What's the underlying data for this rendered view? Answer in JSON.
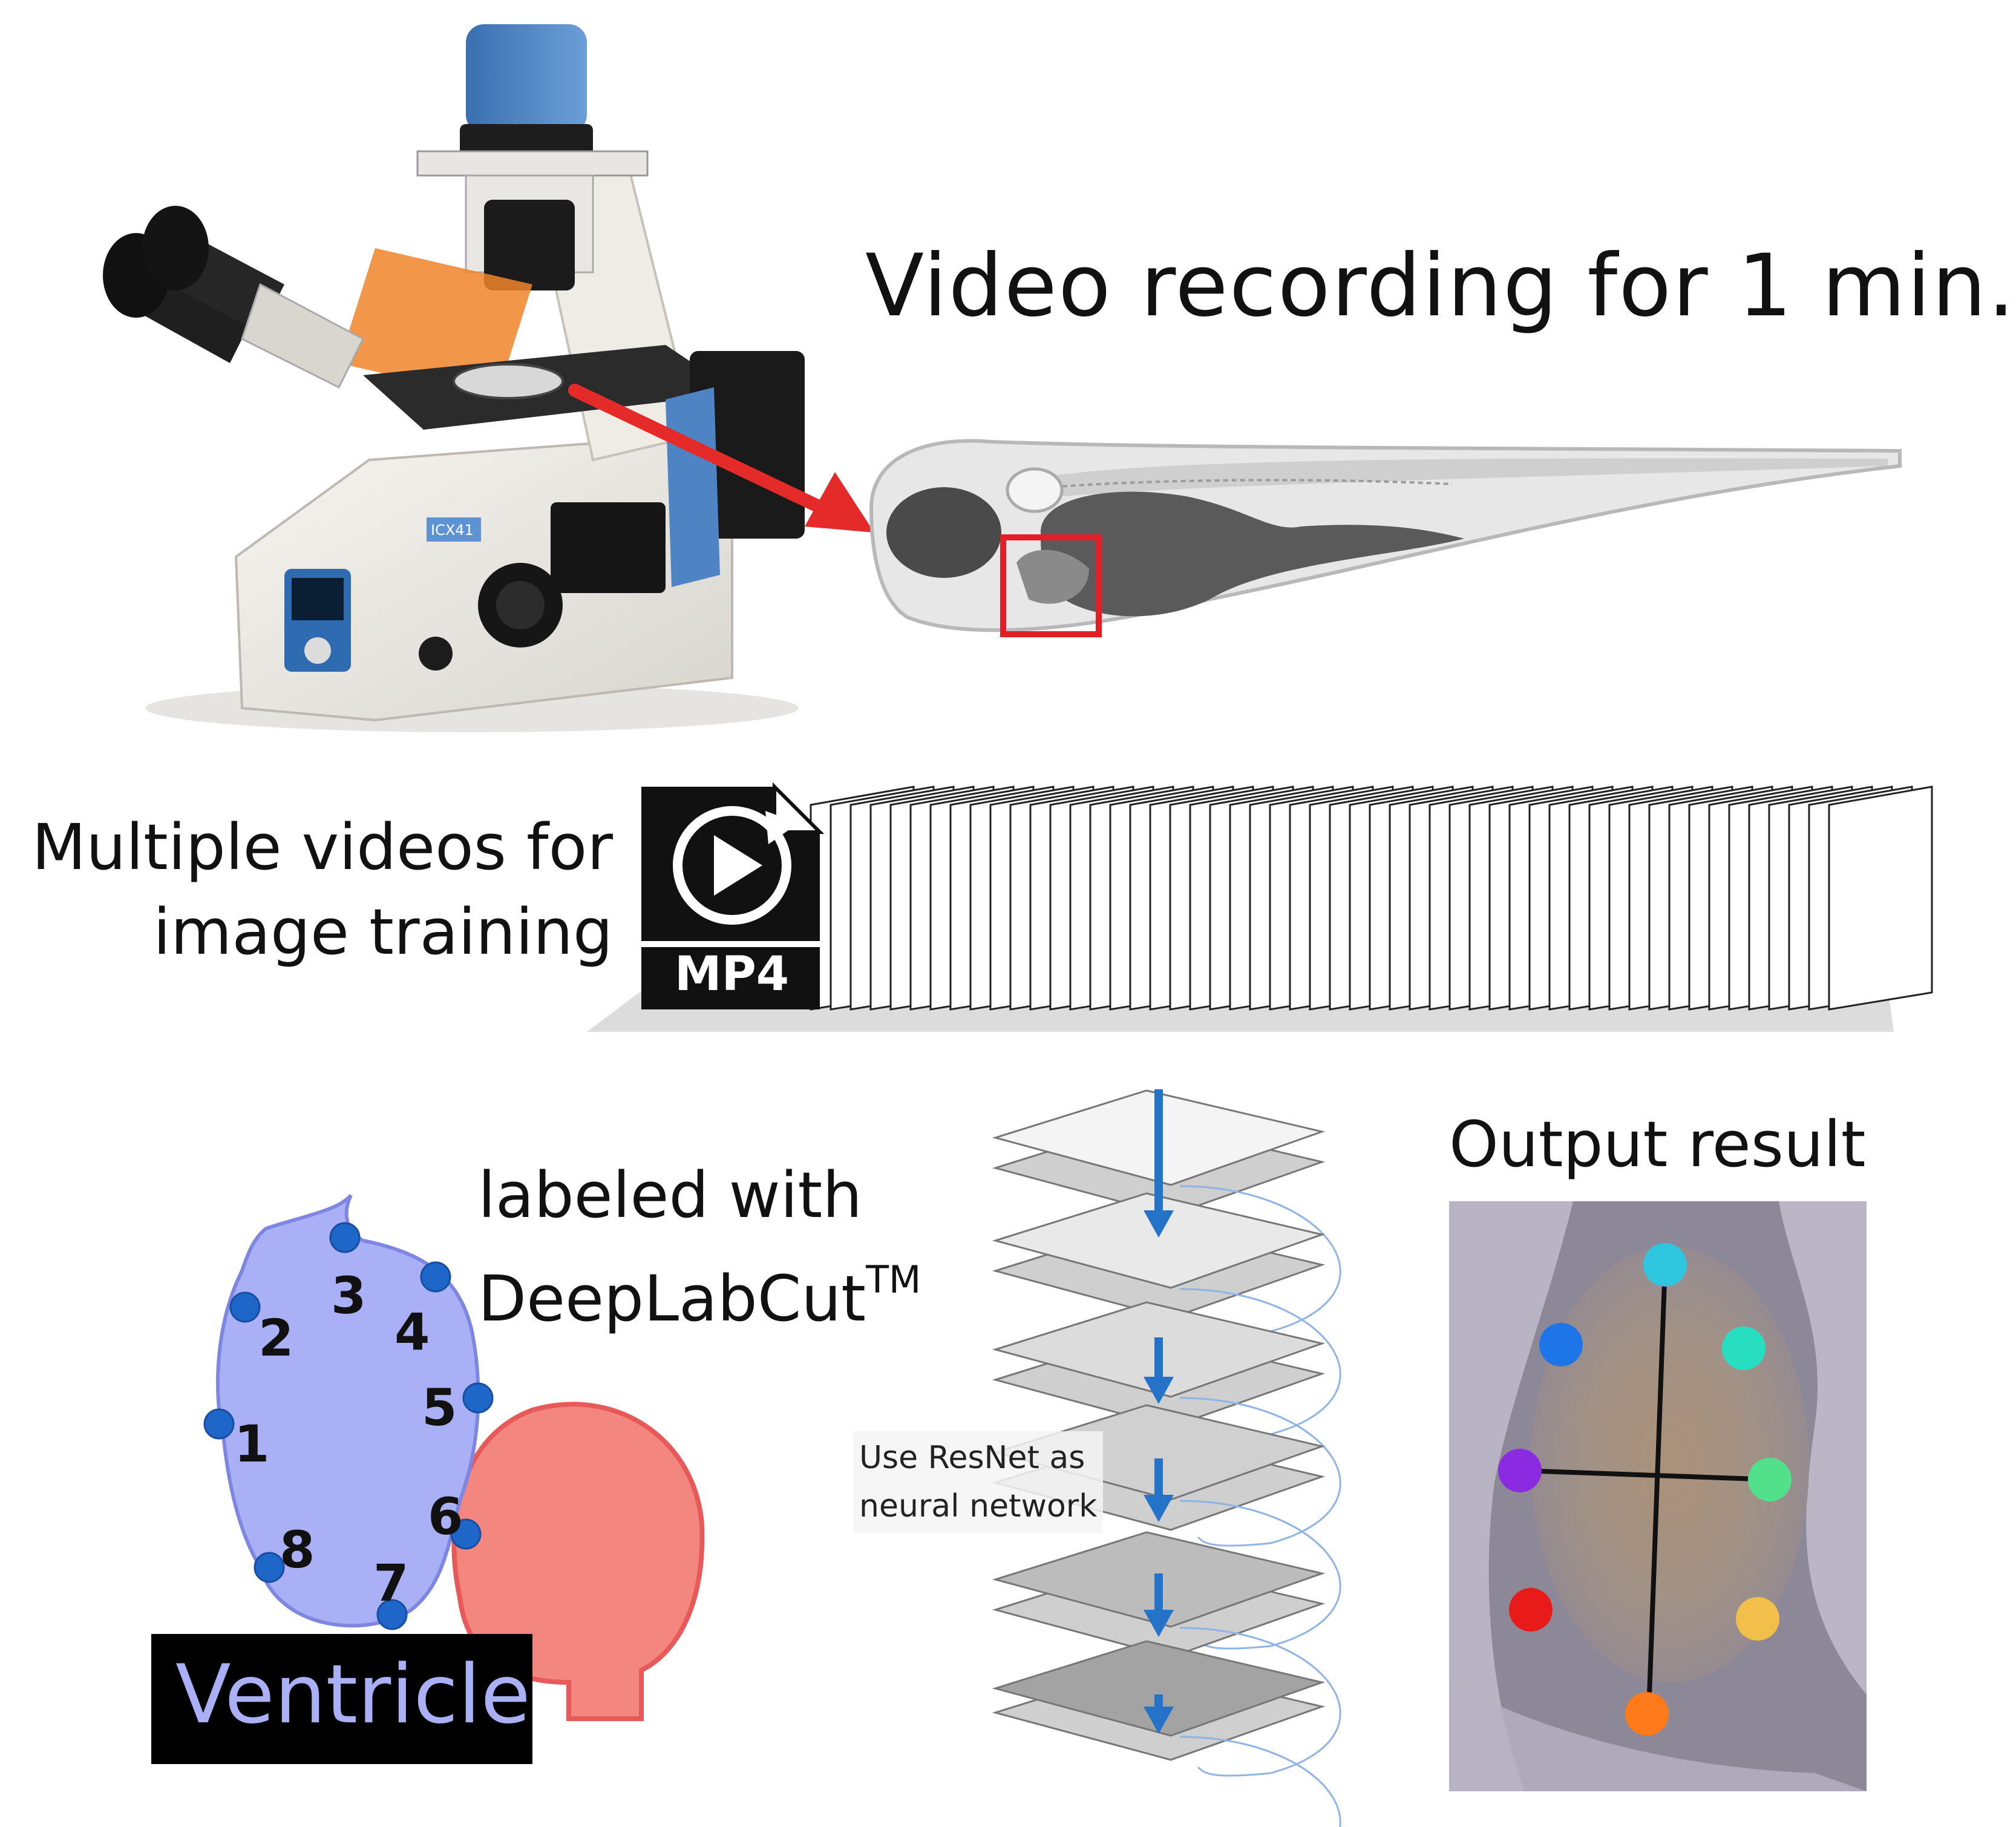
{
  "texts": {
    "video_recording": "Video recording for 1 min.",
    "multiple_videos_line1": "Multiple videos for",
    "multiple_videos_line2": "image training",
    "mp4": "MP4",
    "labeled_line1": "labeled with",
    "labeled_line2": "DeepLabCut",
    "labeled_tm": "TM",
    "output_result": "Output result",
    "resnet_line1": "Use  ResNet  as",
    "resnet_line2": "neural network",
    "ventricle": "Ventricle",
    "microscope_model": "ICX41"
  },
  "ventricle_points": [
    "1",
    "2",
    "3",
    "4",
    "5",
    "6",
    "7",
    "8"
  ],
  "colors": {
    "ventricle": "#aab0f5",
    "atrium": "#f48680",
    "point_marker": "#1e66c8",
    "arrow_red": "#e52a2a",
    "roi_box": "#e41e26",
    "network_arrow": "#2573c9",
    "output_points": [
      "#2fc6df",
      "#1e75e8",
      "#27dfc0",
      "#8a2be2",
      "#52e08a",
      "#e81a1a",
      "#f2c04a",
      "#ff7a1a"
    ]
  }
}
